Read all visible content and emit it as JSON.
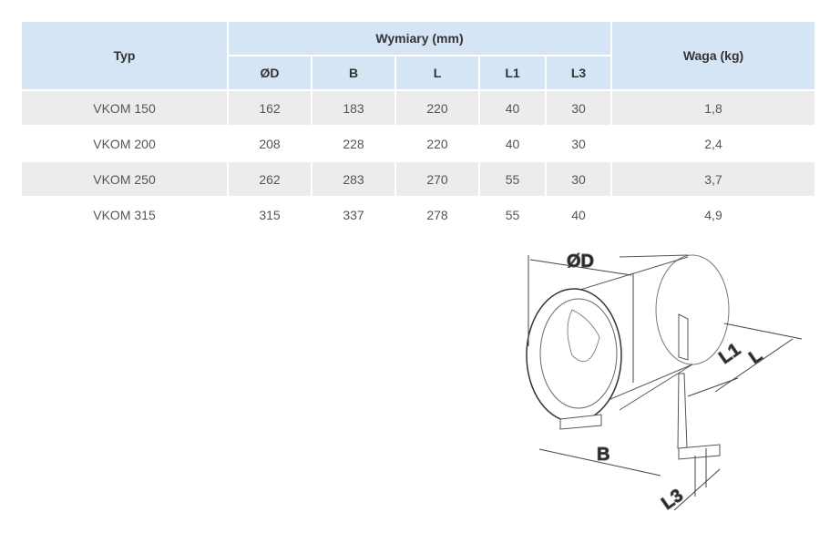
{
  "table": {
    "header": {
      "type": "Typ",
      "dimensions": "Wymiary (mm)",
      "weight": "Waga (kg)",
      "columns": [
        "ØD",
        "B",
        "L",
        "L1",
        "L3"
      ]
    },
    "rows": [
      {
        "type": "VKOM 150",
        "values": [
          "162",
          "183",
          "220",
          "40",
          "30"
        ],
        "weight": "1,8"
      },
      {
        "type": "VKOM 200",
        "values": [
          "208",
          "228",
          "220",
          "40",
          "30"
        ],
        "weight": "2,4"
      },
      {
        "type": "VKOM 250",
        "values": [
          "262",
          "283",
          "270",
          "55",
          "30"
        ],
        "weight": "3,7"
      },
      {
        "type": "VKOM 315",
        "values": [
          "315",
          "337",
          "278",
          "55",
          "40"
        ],
        "weight": "4,9"
      }
    ]
  },
  "diagram": {
    "labels": {
      "d": "ØD",
      "b": "B",
      "l": "L",
      "l1": "L1",
      "l3": "L3"
    }
  }
}
